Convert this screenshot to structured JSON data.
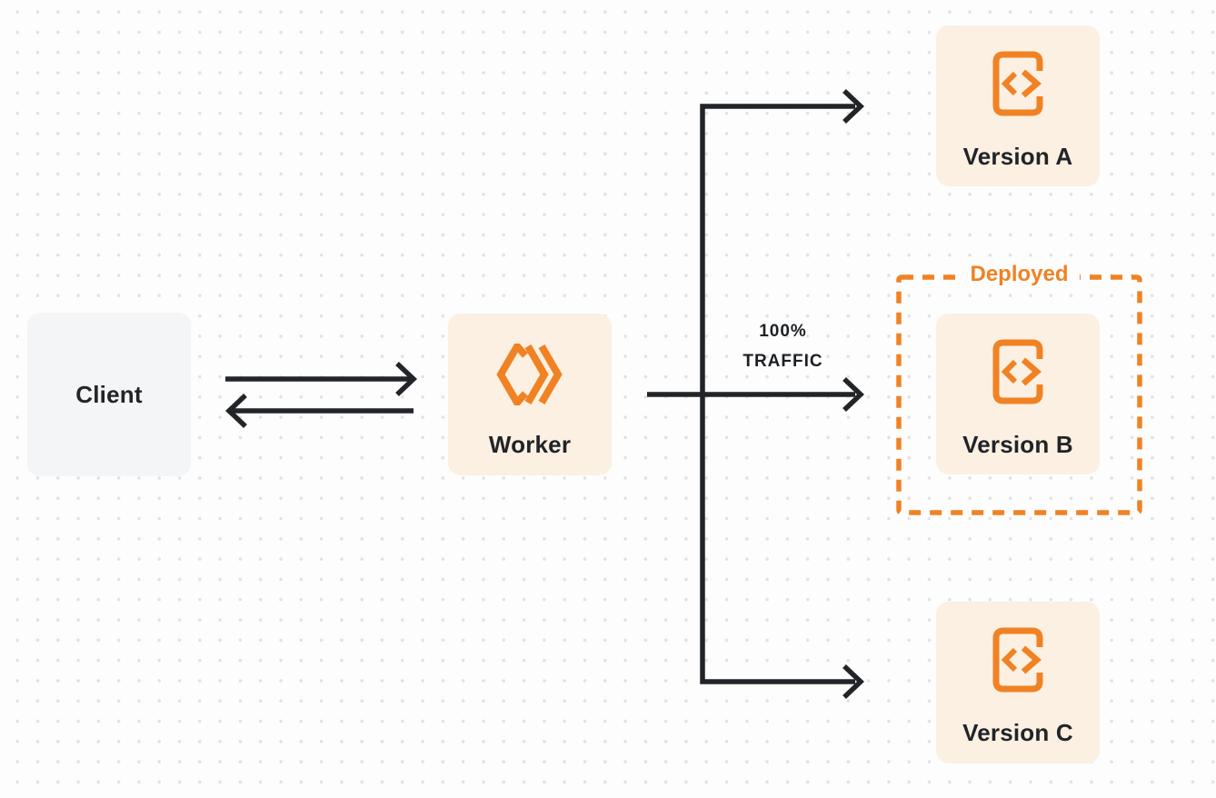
{
  "diagram": {
    "title": "worker-traffic-routing-diagram",
    "nodes": {
      "client": {
        "label": "Client"
      },
      "worker": {
        "label": "Worker"
      },
      "version_a": {
        "label": "Version A"
      },
      "version_b": {
        "label": "Version B"
      },
      "version_c": {
        "label": "Version C"
      }
    },
    "annotations": {
      "deployed": {
        "label": "Deployed"
      },
      "traffic": {
        "line1": "100%",
        "line2": "TRAFFIC"
      }
    },
    "edges": [
      {
        "from": "client",
        "to": "worker",
        "style": "arrow-right"
      },
      {
        "from": "worker",
        "to": "client",
        "style": "arrow-left"
      },
      {
        "from": "worker",
        "to": "version_a",
        "style": "arrow-branch"
      },
      {
        "from": "worker",
        "to": "version_b",
        "style": "arrow-main",
        "label": "100% TRAFFIC"
      },
      {
        "from": "worker",
        "to": "version_c",
        "style": "arrow-branch"
      }
    ],
    "icons": {
      "worker": "cloudflare-workers-icon",
      "versions": "code-file-icon"
    },
    "colors": {
      "background": "#fdfdfd",
      "dot_grid": "#e2e2e2",
      "accent_orange": "#f08224",
      "node_cream_bg": "#fbf0e2",
      "node_gray_bg": "#f4f5f6",
      "ink": "#212428"
    }
  }
}
